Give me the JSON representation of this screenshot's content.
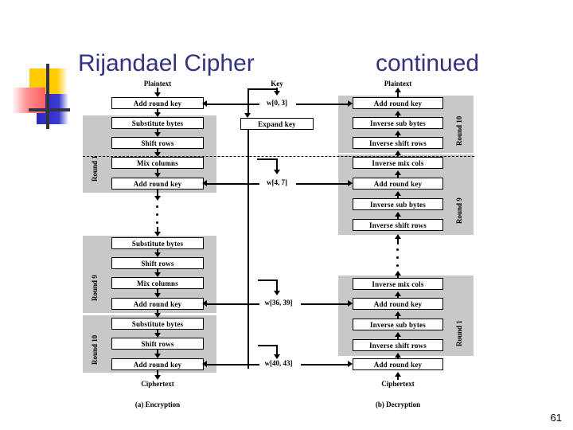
{
  "slide": {
    "title_main": "Rijandael Cipher",
    "title_continued": "continued",
    "page_number": "61",
    "accent_color": "#333380",
    "band_color": "#c8c8c8"
  },
  "logo": {
    "name": "decorative-squares-logo",
    "yellow": "#FFCC00",
    "blue": "#3333CC",
    "red": "#FF6666",
    "cross": "#333344"
  },
  "figure": {
    "encryption": {
      "caption": "(a) Encryption",
      "input_label": "Plaintext",
      "output_label": "Ciphertext",
      "initial_box": "Add round key",
      "rounds": [
        {
          "label": "Round 1",
          "steps": [
            "Substitute bytes",
            "Shift rows",
            "Mix columns",
            "Add round key"
          ]
        },
        {
          "label": "Round 9",
          "steps": [
            "Substitute bytes",
            "Shift rows",
            "Mix columns",
            "Add round key"
          ]
        },
        {
          "label": "Round 10",
          "steps": [
            "Substitute bytes",
            "Shift rows",
            "Add round key"
          ]
        }
      ]
    },
    "decryption": {
      "caption": "(b) Decryption",
      "input_label": "Ciphertext",
      "output_label": "Plaintext",
      "final_box": "Add round key",
      "rounds": [
        {
          "label": "Round 10",
          "steps": [
            "Add round key",
            "Inverse sub bytes",
            "Inverse shift rows"
          ]
        },
        {
          "label": "Round 9",
          "steps": [
            "Inverse mix cols",
            "Add round key",
            "Inverse sub bytes",
            "Inverse shift rows"
          ]
        },
        {
          "label": "Round 1",
          "steps": [
            "Inverse mix cols",
            "Add round key",
            "Inverse sub bytes",
            "Inverse shift rows"
          ]
        }
      ]
    },
    "key_schedule": {
      "key_label": "Key",
      "expand_box": "Expand key",
      "words": [
        "w[0, 3]",
        "w[4, 7]",
        "w[36, 39]",
        "w[40, 43]"
      ]
    }
  }
}
